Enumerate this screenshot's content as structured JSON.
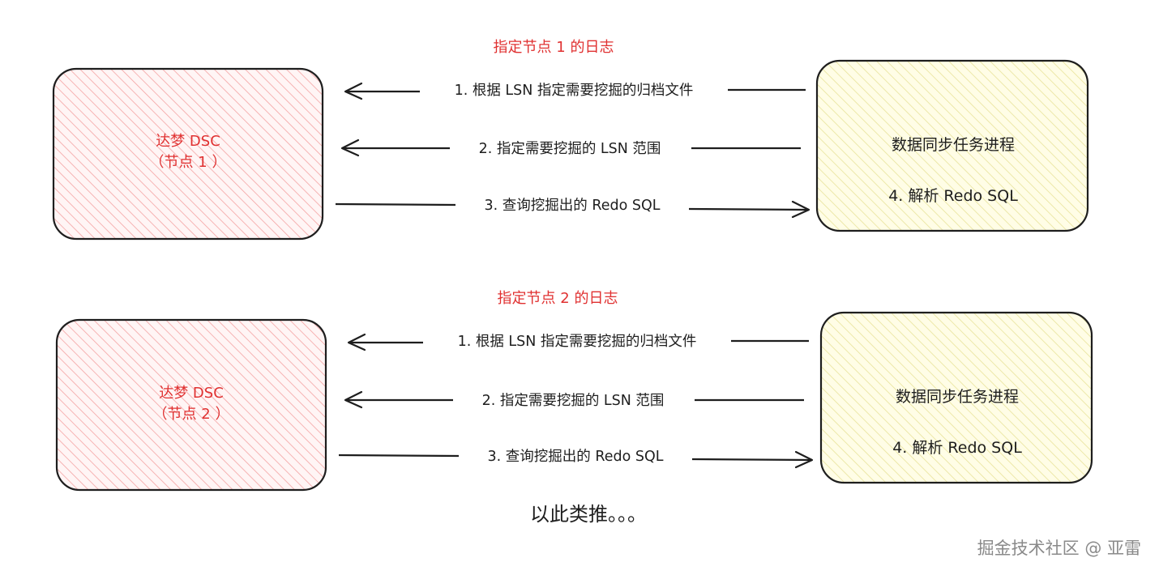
{
  "groups": [
    {
      "title": "指定节点 1 的日志",
      "dsc_box": {
        "line1": "达梦 DSC",
        "line2": "（节点 1 ）"
      },
      "sync_box": {
        "line1": "数据同步任务进程",
        "line2": "4. 解析 Redo SQL"
      },
      "arrows": [
        {
          "label": "1. 根据 LSN 指定需要挖掘的归档文件",
          "direction": "to-dsc"
        },
        {
          "label": "2. 指定需要挖掘的 LSN 范围",
          "direction": "to-dsc"
        },
        {
          "label": "3. 查询挖掘出的 Redo SQL",
          "direction": "to-sync"
        }
      ]
    },
    {
      "title": "指定节点 2 的日志",
      "dsc_box": {
        "line1": "达梦 DSC",
        "line2": "（节点 2 ）"
      },
      "sync_box": {
        "line1": "数据同步任务进程",
        "line2": "4. 解析 Redo SQL"
      },
      "arrows": [
        {
          "label": "1. 根据 LSN 指定需要挖掘的归档文件",
          "direction": "to-dsc"
        },
        {
          "label": "2. 指定需要挖掘的 LSN 范围",
          "direction": "to-dsc"
        },
        {
          "label": "3. 查询挖掘出的 Redo SQL",
          "direction": "to-sync"
        }
      ]
    }
  ],
  "footer_note": "以此类推。。。",
  "watermark": "掘金技术社区 @ 亚雷",
  "colors": {
    "dsc_fill": "#ffc9c9",
    "dsc_hatch": "#f28b8b",
    "sync_fill": "#fdfbd0",
    "sync_hatch": "#e6e28a",
    "stroke": "#1e1e1e",
    "title_red": "#e03131"
  }
}
